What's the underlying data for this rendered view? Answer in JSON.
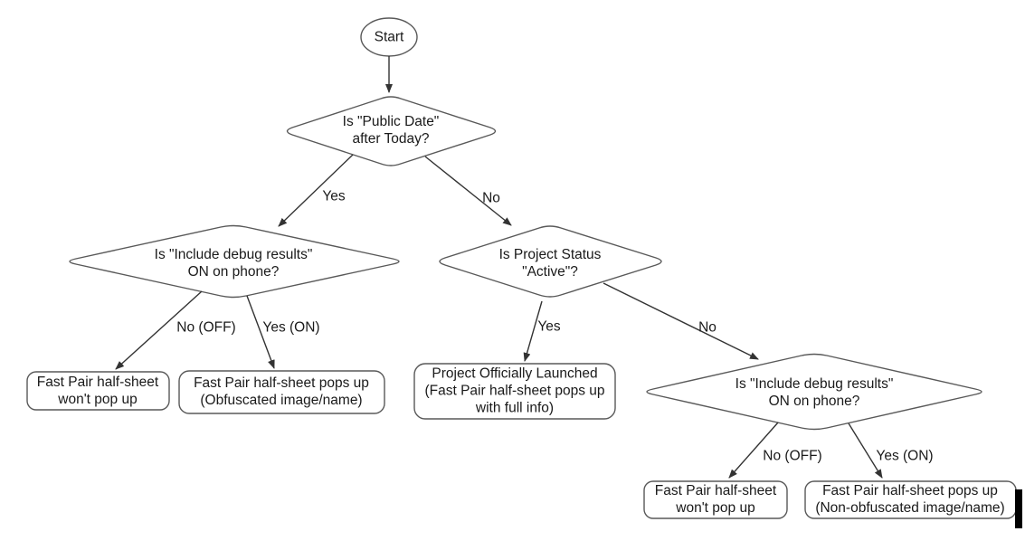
{
  "nodes": {
    "start": {
      "label": "Start"
    },
    "public_date_decision": {
      "line1": "Is \"Public Date\"",
      "line2": "after Today?"
    },
    "debug_left_decision": {
      "line1": "Is \"Include debug results\"",
      "line2": "ON on phone?"
    },
    "project_status_decision": {
      "line1": "Is Project Status",
      "line2": "\"Active\"?"
    },
    "debug_right_decision": {
      "line1": "Is \"Include debug results\"",
      "line2": "ON on phone?"
    },
    "left_no_result": {
      "line1": "Fast Pair half-sheet",
      "line2": "won't pop up"
    },
    "left_yes_result": {
      "line1": "Fast Pair half-sheet pops up",
      "line2": "(Obfuscated image/name)"
    },
    "launched_result": {
      "line1": "Project Officially Launched",
      "line2": "(Fast Pair half-sheet pops up",
      "line3": "with full info)"
    },
    "right_no_result": {
      "line1": "Fast Pair half-sheet",
      "line2": "won't pop up"
    },
    "right_yes_result": {
      "line1": "Fast Pair half-sheet pops up",
      "line2": "(Non-obfuscated image/name)"
    }
  },
  "edges": {
    "public_date_yes": "Yes",
    "public_date_no": "No",
    "debug_left_no": "No (OFF)",
    "debug_left_yes": "Yes (ON)",
    "project_status_yes": "Yes",
    "project_status_no": "No",
    "debug_right_no": "No (OFF)",
    "debug_right_yes": "Yes (ON)"
  },
  "colors": {
    "background": "#ffffff",
    "shape_stroke": "#595959",
    "connector": "#333333",
    "text": "#1a1a1a",
    "cursor_bar": "#000000"
  }
}
